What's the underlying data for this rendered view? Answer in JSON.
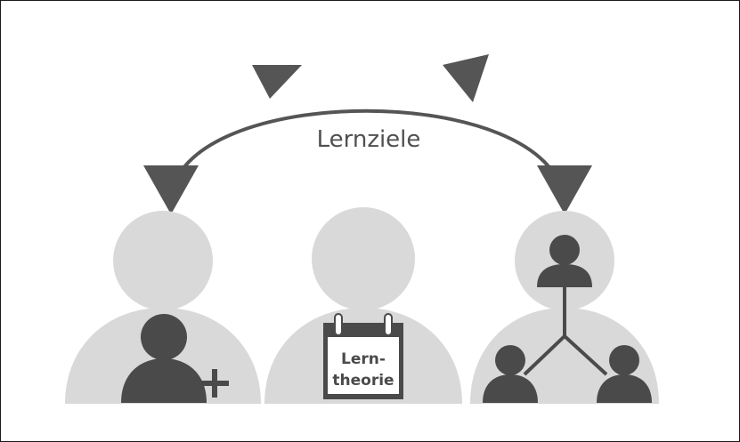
{
  "diagram": {
    "center_label": "Lernziele",
    "book_text_line1": "Lern-",
    "book_text_line2": "theorie",
    "colors": {
      "figure_light": "#d9d9d9",
      "figure_dark": "#4a4a4a",
      "arrow": "#555555",
      "border": "#1a1a1a",
      "background": "#ffffff"
    }
  }
}
